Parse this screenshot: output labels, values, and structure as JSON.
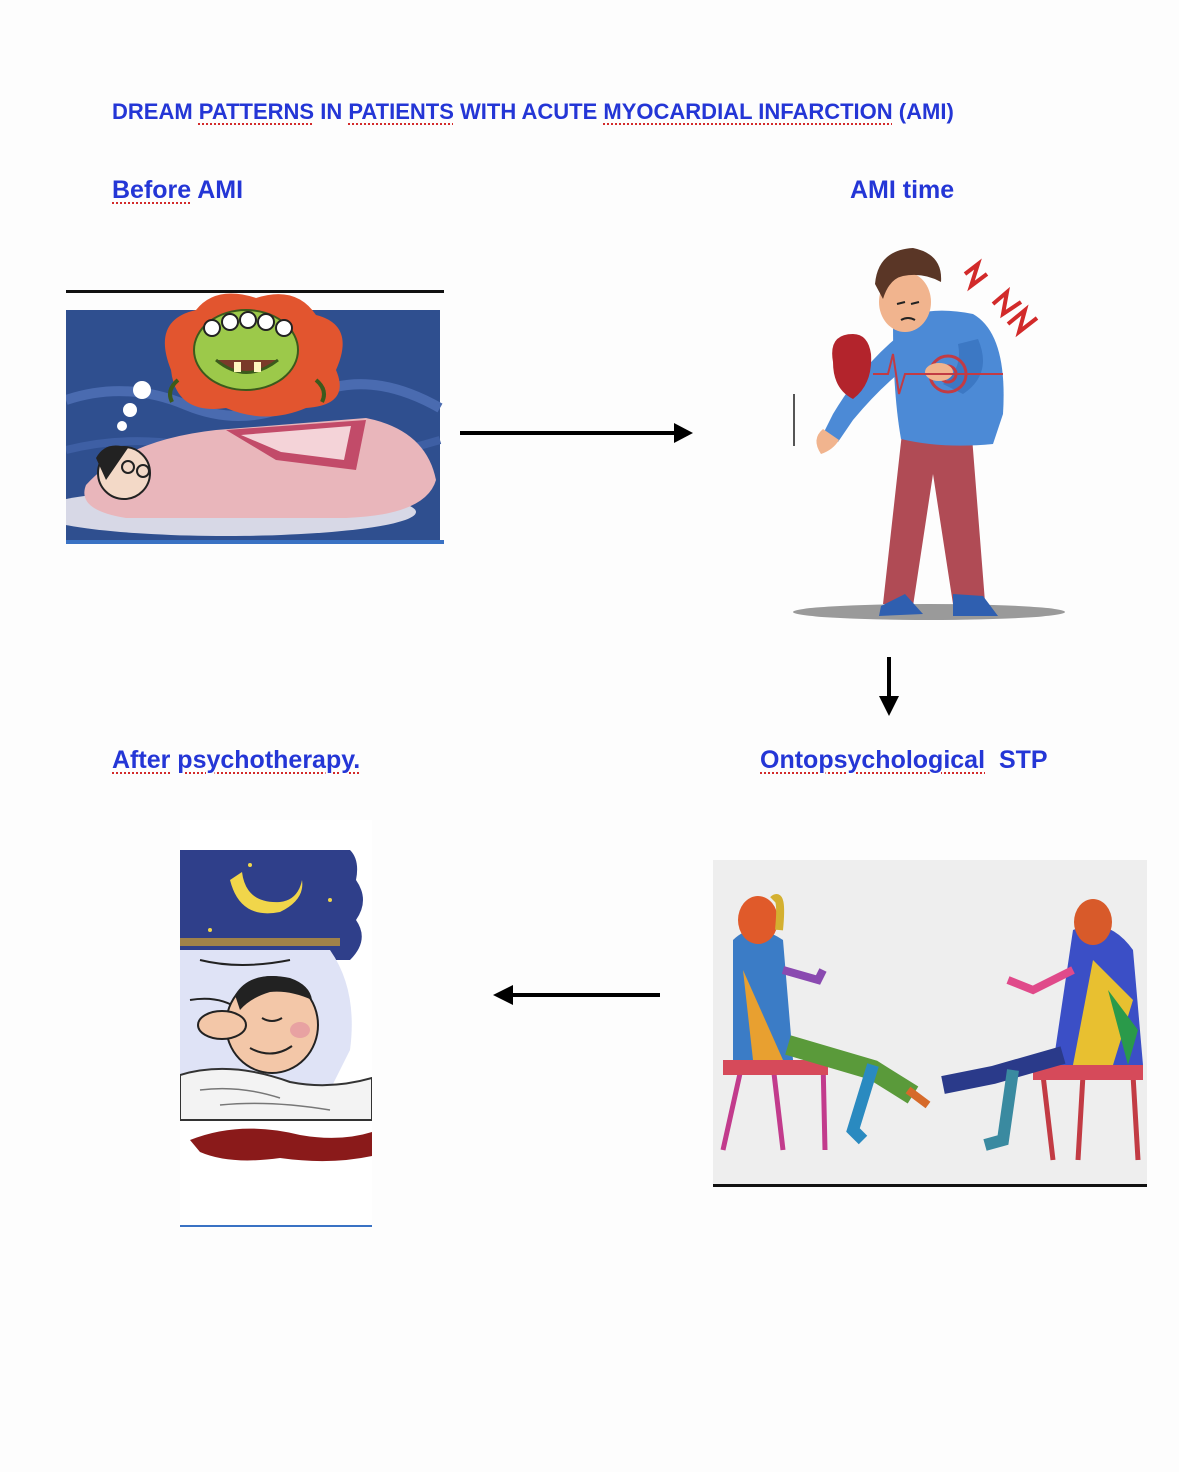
{
  "title": {
    "w1": "DREAM",
    "w2": "PATTERNS",
    "w3": "IN",
    "w4": "PATIENTS",
    "w5": "WITH ACUTE",
    "w6": "MYOCARDIAL INFARCTION",
    "w7": "(AMI)"
  },
  "stages": {
    "before": {
      "w1": "Before",
      "w2": "AMI"
    },
    "ami": {
      "label": "AMI time"
    },
    "stp": {
      "w1": "Ontopsychological",
      "w2": "STP"
    },
    "after": {
      "w1": "After",
      "w2": "psychotherapy."
    }
  },
  "colors": {
    "text": "#2436d6",
    "spellcheck": "#d32b2b",
    "arrow": "#000000"
  },
  "illustrations": {
    "nightmare": "nightmare-sleeper-icon",
    "heart_attack": "heart-attack-man-icon",
    "therapy": "therapy-session-icon",
    "peaceful_sleep": "peaceful-sleeper-icon"
  }
}
